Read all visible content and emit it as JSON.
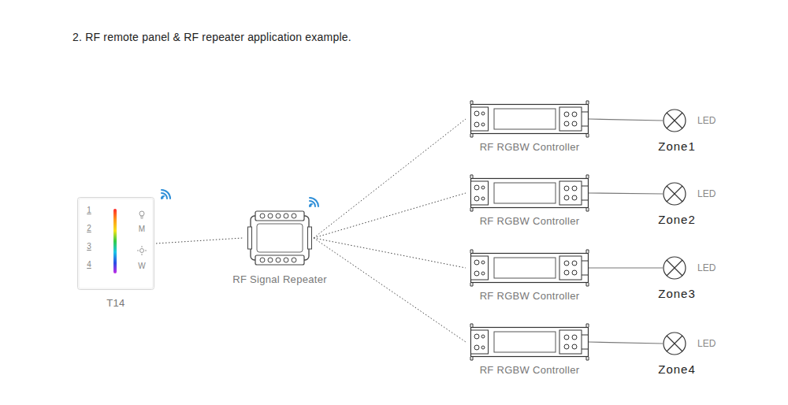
{
  "diagram": {
    "title": "2. RF remote panel & RF repeater application example.",
    "nodes": [
      {
        "text": [
          "T14"
        ]
      },
      {
        "text": [
          "RF Signal Repeater"
        ]
      },
      {
        "text": [
          "RF RGBW Controller"
        ]
      },
      {
        "text": [
          "LED",
          "Zone1"
        ]
      },
      {
        "text": [
          "RF RGBW Controller"
        ]
      },
      {
        "text": [
          "LED",
          "Zone2"
        ]
      },
      {
        "text": [
          "RF RGBW Controller"
        ]
      },
      {
        "text": [
          "LED",
          "Zone3"
        ]
      },
      {
        "text": [
          "RF RGBW Controller"
        ]
      },
      {
        "text": [
          "LED",
          "Zone4"
        ]
      }
    ],
    "edges": [
      {
        "from": 0,
        "to": 1,
        "arrow": "none"
      },
      {
        "from": 1,
        "to": 2,
        "arrow": "none"
      },
      {
        "from": 1,
        "to": 4,
        "arrow": "none"
      },
      {
        "from": 1,
        "to": 6,
        "arrow": "none"
      },
      {
        "from": 1,
        "to": 8,
        "arrow": "none"
      },
      {
        "from": 2,
        "to": 3,
        "arrow": "none"
      },
      {
        "from": 4,
        "to": 5,
        "arrow": "none"
      },
      {
        "from": 6,
        "to": 7,
        "arrow": "none"
      },
      {
        "from": 8,
        "to": 9,
        "arrow": "none"
      }
    ],
    "labels": [
      "1",
      "2",
      "3",
      "4",
      "M",
      "W"
    ]
  }
}
